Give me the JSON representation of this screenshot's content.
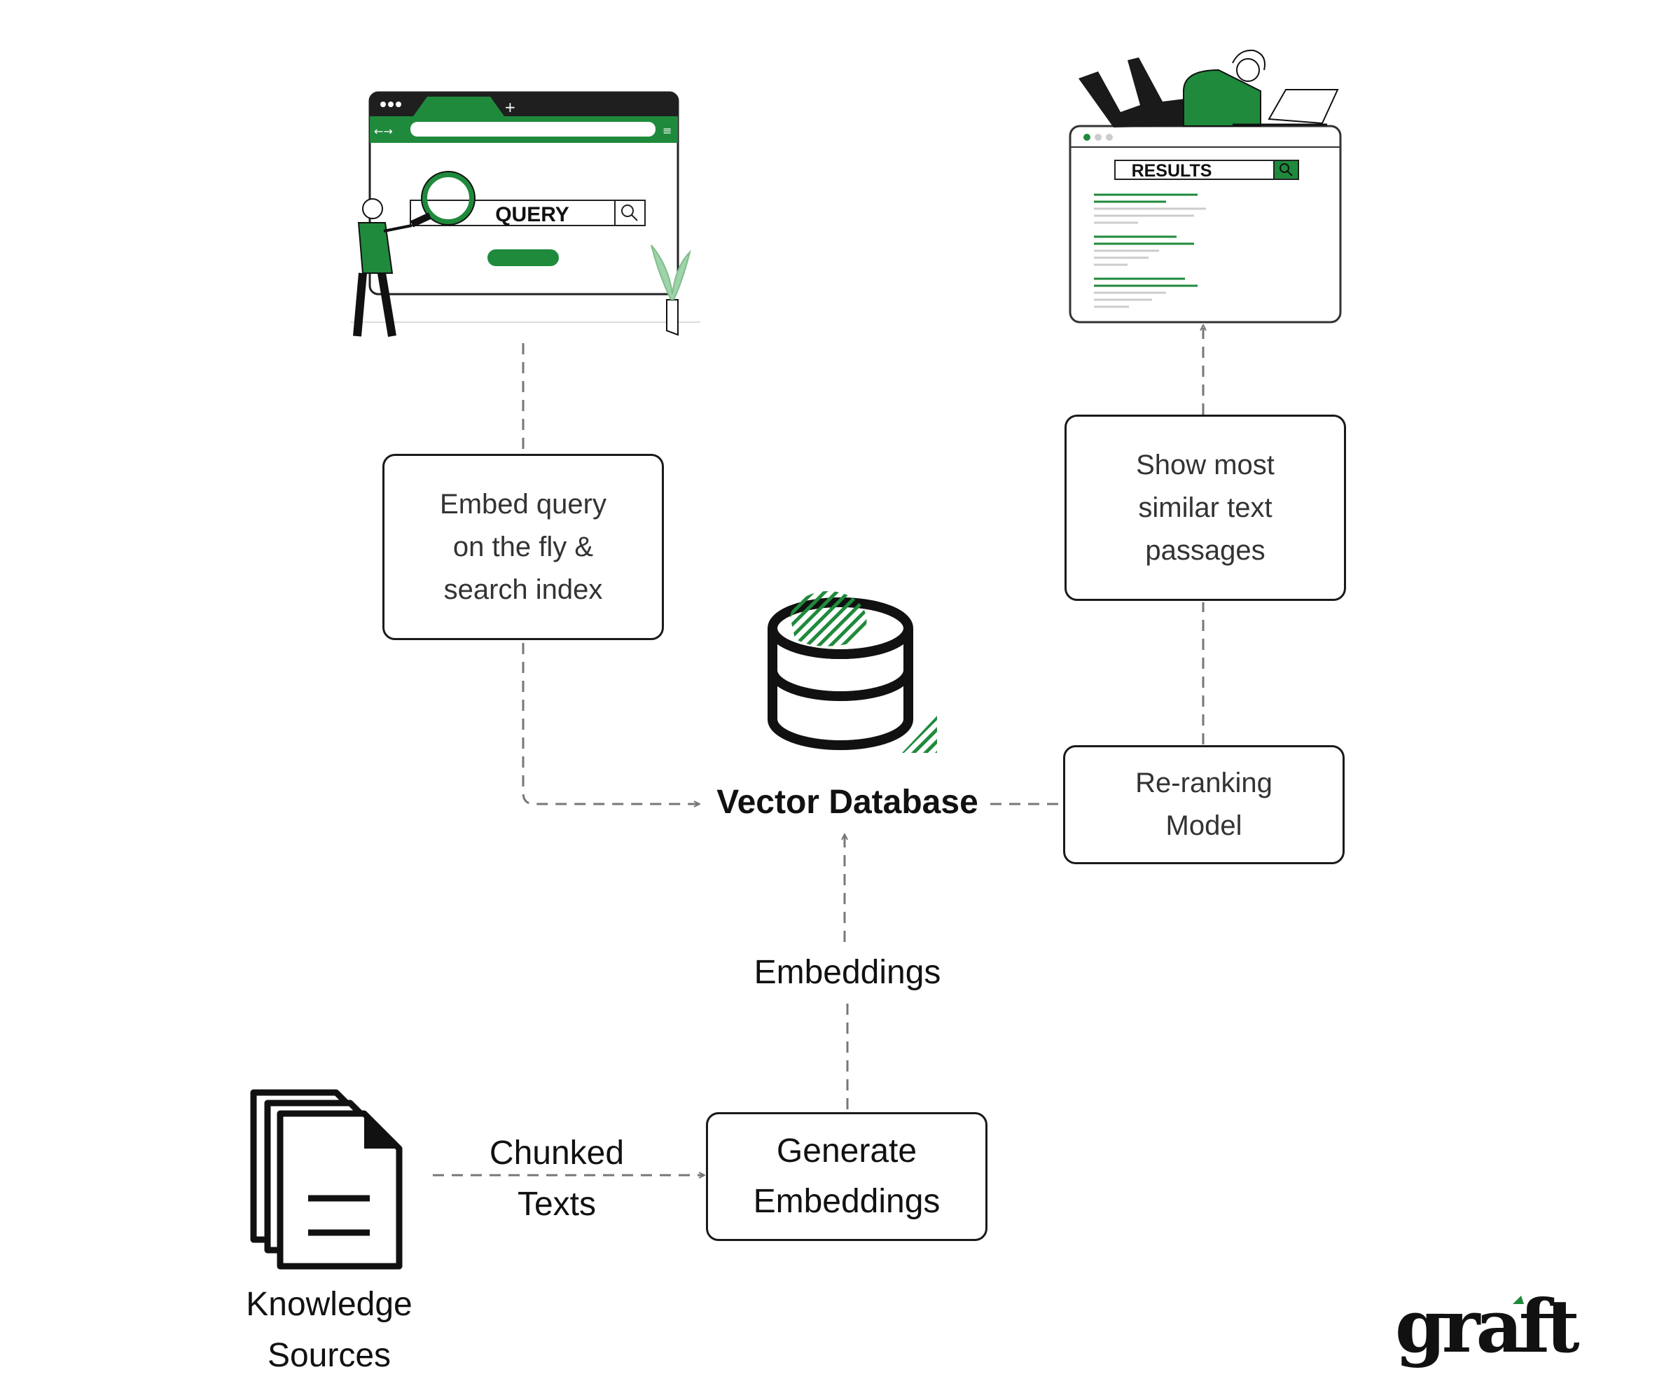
{
  "nodes": {
    "embed_query": {
      "text": "Embed query\non the fly &\nsearch index"
    },
    "show_results": {
      "text": "Show most\nsimilar text\npassages"
    },
    "rerank": {
      "text": "Re-ranking\nModel"
    },
    "generate": {
      "text": "Generate\nEmbeddings"
    }
  },
  "labels": {
    "vector_db": "Vector Database",
    "embeddings": "Embeddings",
    "chunked": "Chunked\nTexts",
    "knowledge": "Knowledge\nSources"
  },
  "illustrations": {
    "query_bar": "QUERY",
    "results_bar": "RESULTS"
  },
  "brand": {
    "logo": "graft"
  },
  "colors": {
    "accent": "#1f8a3c",
    "accent_light": "#9fd3aa",
    "ink": "#1a1a1a",
    "connector": "#777777"
  }
}
